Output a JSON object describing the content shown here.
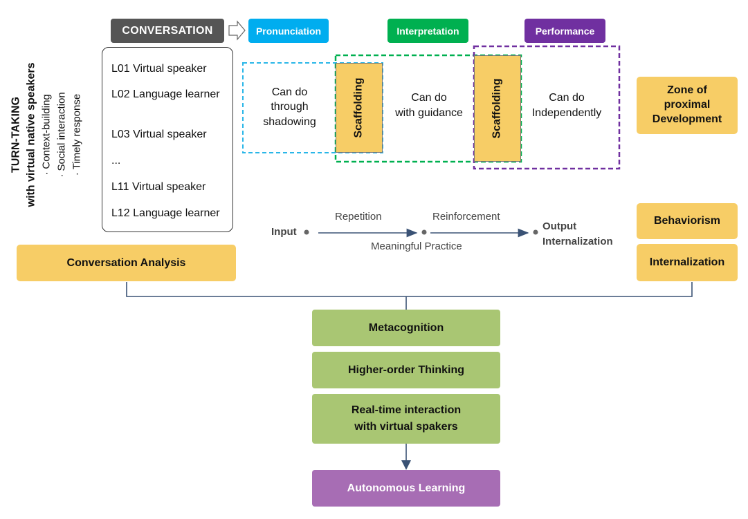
{
  "tags": {
    "conversation": "CONVERSATION",
    "pronunciation": "Pronunciation",
    "interpretation": "Interpretation",
    "performance": "Performance"
  },
  "turn_taking": {
    "title_line1": "TURN-TAKING",
    "title_line2": "with virtual native speakers",
    "bullets": [
      "· Context-building",
      "· Social interaction",
      "· Timely response"
    ]
  },
  "turn_list": [
    "L01 Virtual speaker",
    "L02 Language learner",
    "L03 Virtual speaker",
    "...",
    "L11 Virtual speaker",
    "L12 Language learner"
  ],
  "zones": {
    "shadowing": [
      "Can do",
      "through",
      "shadowing"
    ],
    "guidance": [
      "Can do",
      "with guidance"
    ],
    "independent": [
      "Can do",
      "Independently"
    ],
    "scaffolding": "Scaffolding"
  },
  "right_boxes": {
    "zpd": [
      "Zone of",
      "proximal",
      "Development"
    ],
    "behaviorism": "Behaviorism",
    "internalization": "Internalization"
  },
  "process": {
    "input": "Input",
    "repetition": "Repetition",
    "reinforcement": "Reinforcement",
    "meaningful_practice": "Meaningful Practice",
    "output": "Output",
    "output_internalization": "Internalization"
  },
  "conversation_analysis": "Conversation Analysis",
  "center_stack": {
    "metacognition": "Metacognition",
    "higher_order": "Higher-order Thinking",
    "realtime": [
      "Real-time interaction",
      "with virtual spakers"
    ],
    "autonomous": "Autonomous Learning"
  },
  "colors": {
    "yellow": "#f7cd66",
    "green": "#a9c673",
    "purple": "#a76db4",
    "blue_tag": "#00adef",
    "green_tag": "#00b050",
    "purple_tag": "#7030a0",
    "dark_tag": "#555555",
    "connector": "#3a5275"
  }
}
